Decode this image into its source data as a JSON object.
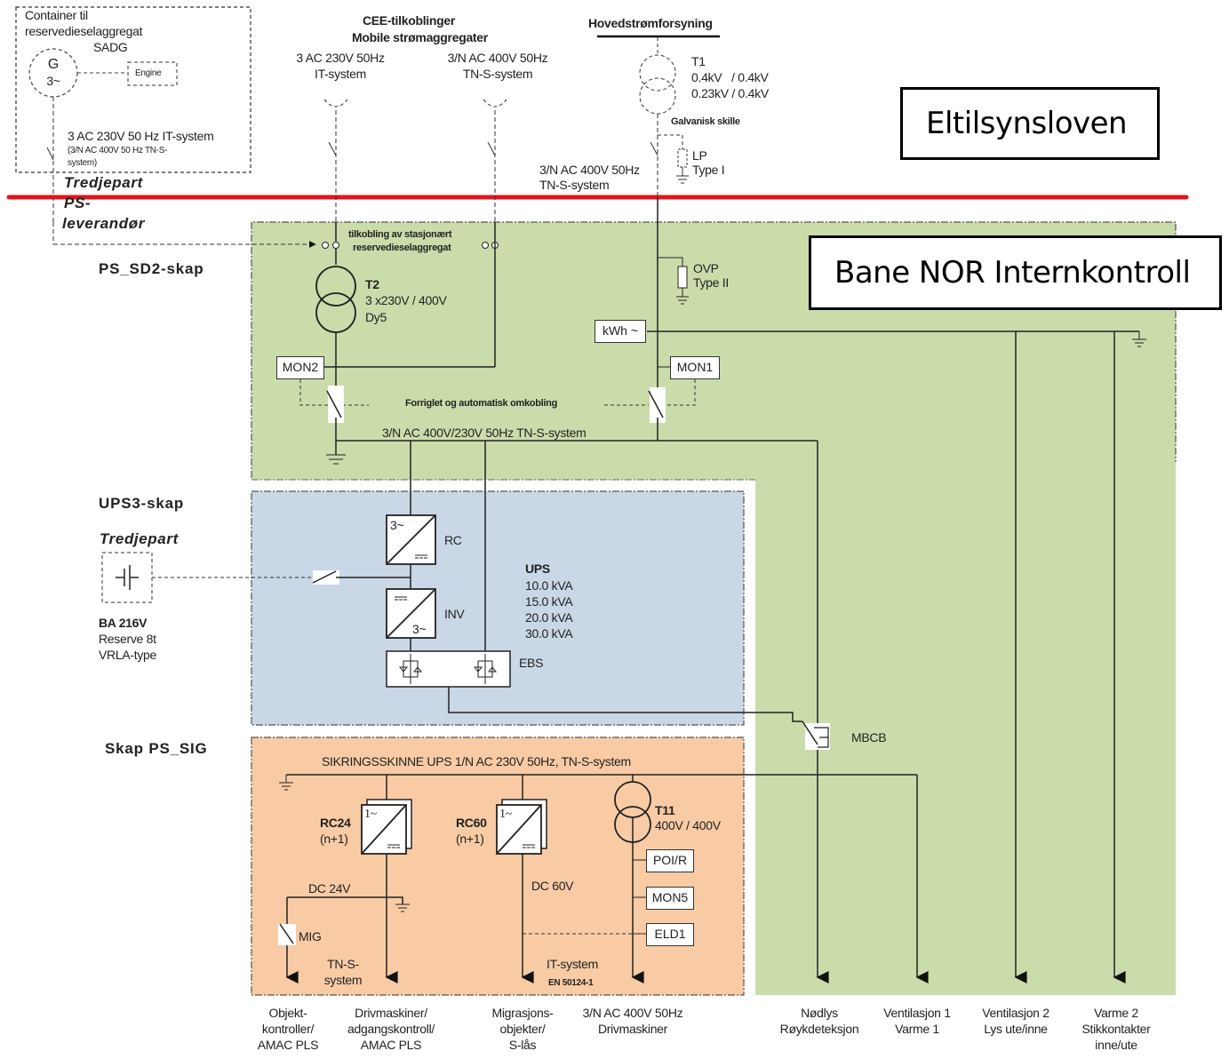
{
  "colors": {
    "green_zone": "#cbdcab",
    "ups_zone": "#c9d7e6",
    "sig_zone": "#f8cba5",
    "boundary_line": "#e0151e"
  },
  "legal_labels": {
    "upper": "Eltilsynsloven",
    "lower": "Bane NOR Internkontroll"
  },
  "container": {
    "title_1": "Container til",
    "title_2": "reservedieselaggregat",
    "name": "SADG",
    "generator_1": "G",
    "generator_2": "3~",
    "engine": "Engine",
    "system_1": "3 AC 230V 50 Hz IT-system",
    "system_2": "(3/N AC 400V 50 Hz TN-S-",
    "system_3": "system)"
  },
  "boundary": {
    "above": "Tredjepart",
    "below_1": "PS-",
    "below_2": "leverandør"
  },
  "cee": {
    "title_1": "CEE-tilkoblinger",
    "title_2": "Mobile strømaggregater",
    "left_1": "3 AC 230V 50Hz",
    "left_2": "IT-system",
    "right_1": "3/N AC 400V 50Hz",
    "right_2": "TN-S-system"
  },
  "main_supply": {
    "title": "Hovedstrømforsyning",
    "t1_name": "T1",
    "t1_ratio_1": "0.4kV   / 0.4kV",
    "t1_ratio_2": "0.23kV / 0.4kV",
    "galvanic": "Galvanisk skille",
    "lp_1": "LP",
    "lp_2": "Type I",
    "system_1": "3/N AC 400V 50Hz",
    "system_2": "TN-S-system"
  },
  "ps_sd2": {
    "section_label": "PS_SD2-skap",
    "connection_1": "tilkobling av stasjonært",
    "connection_2": "reservedieselaggregat",
    "t2_name": "T2",
    "t2_ratio": "3 x230V / 400V",
    "t2_vector": "Dy5",
    "ovp_1": "OVP",
    "ovp_2": "Type II",
    "kwh": "kWh ~",
    "mon2": "MON2",
    "mon1": "MON1",
    "interlock": "Forriglet og automatisk omkobling",
    "bus": "3/N AC 400V/230V 50Hz TN-S-system"
  },
  "ups3": {
    "section_label": "UPS3-skap",
    "third_party": "Tredjepart",
    "rc": "RC",
    "rc_in": "3~",
    "inv": "INV",
    "inv_out": "3~",
    "ebs": "EBS",
    "ups_title": "UPS",
    "ratings": [
      "10.0 kVA",
      "15.0 kVA",
      "20.0 kVA",
      "30.0 kVA"
    ],
    "battery_1": "BA 216V",
    "battery_2": "Reserve 8t",
    "battery_3": "VRLA-type",
    "mbcb": "MBCB"
  },
  "ps_sig": {
    "section_label": "Skap PS_SIG",
    "busbar": "SIKRINGSSKINNE UPS 1/N AC 230V 50Hz, TN-S-system",
    "rc24_1": "RC24",
    "rc24_2": "(n+1)",
    "rc60_1": "RC60",
    "rc60_2": "(n+1)",
    "rc_in": "1~",
    "t11_name": "T11",
    "t11_ratio": "400V / 400V",
    "poir": "POI/R",
    "mon5": "MON5",
    "eld1": "ELD1",
    "dc24": "DC 24V",
    "dc60": "DC 60V",
    "mig": "MIG",
    "tns_1": "TN-S-",
    "tns_2": "system",
    "it": "IT-system",
    "standard": "EN 50124-1"
  },
  "outputs": [
    {
      "lines": [
        "Objekt-",
        "kontroller/",
        "AMAC PLS"
      ]
    },
    {
      "lines": [
        "Drivmaskiner/",
        "adgangskontroll/",
        "AMAC PLS"
      ]
    },
    {
      "lines": [
        "Migrasjons-",
        "objekter/",
        "S-lås"
      ]
    },
    {
      "lines": [
        "3/N AC 400V 50Hz",
        "Drivmaskiner"
      ]
    },
    {
      "lines": [
        "Nødlys",
        "Røykdeteksjon"
      ]
    },
    {
      "lines": [
        "Ventilasjon 1",
        "Varme 1"
      ]
    },
    {
      "lines": [
        "Ventilasjon 2",
        "Lys ute/inne"
      ]
    },
    {
      "lines": [
        "Varme 2",
        "Stikkontakter",
        "inne/ute"
      ]
    }
  ]
}
